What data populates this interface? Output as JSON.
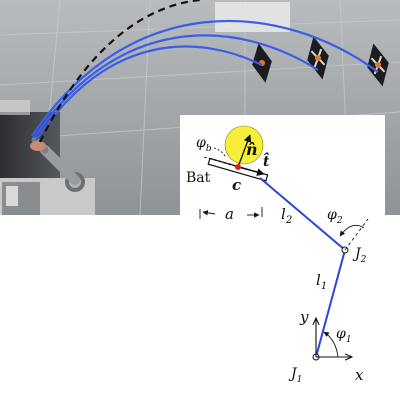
{
  "diagram": {
    "labels": {
      "phi_b": "φ",
      "phi_b_sub": "b",
      "n_hat": "n̂",
      "t_hat": "t̂",
      "bat": "Bat",
      "contact": "c",
      "a": "a",
      "l2": "l",
      "l2_sub": "2",
      "phi2": "φ",
      "phi2_sub": "2",
      "j2": "J",
      "j2_sub": "2",
      "l1": "l",
      "l1_sub": "1",
      "y_axis": "y",
      "phi1": "φ",
      "phi1_sub": "1",
      "j1": "J",
      "j1_sub": "1",
      "x_axis": "x"
    },
    "colors": {
      "arm": "#2846d8",
      "ball": "#f6ee3a",
      "contact_point": "#e0201a",
      "trajectory": "#3a5ee8",
      "predicted_trajectory": "#111111",
      "ceiling": "#a4a7aa",
      "wall": "#4a4d52"
    }
  }
}
